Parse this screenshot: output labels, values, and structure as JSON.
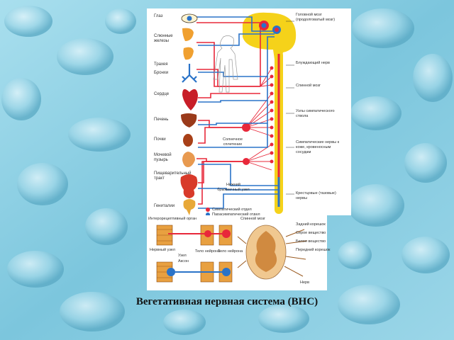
{
  "caption": "Вегетативная нервная система (ВНС)",
  "organ_labels": [
    "Глаз",
    "Слюнные железы",
    "Трахея",
    "Бронхи",
    "Сердце",
    "Печень",
    "Почки",
    "Мочевой пузырь",
    "Пищеварительный тракт",
    "Гениталии"
  ],
  "cns_labels": [
    "Головной мозг (продолговатый мозг)",
    "Блуждающий нерв",
    "Спинной мозг",
    "Узлы симпатического ствола",
    "Симпатические нервы к коже, кровеносным сосудам",
    "Крестцовые (тазовые) нервы"
  ],
  "plexus_labels": [
    "Солнечное сплетение",
    "Нижний брыжеечный узел"
  ],
  "legend": [
    {
      "label": "Симпатический отдел",
      "color": "#e8283a"
    },
    {
      "label": "Парасимпатический отдел",
      "color": "#2a73c8"
    }
  ],
  "bottom_labels": {
    "title_left": "Интерорецептивный орган",
    "ganglion": "Узел",
    "nerve_fiber": "Нервный узел",
    "axon": "Аксон",
    "neuron1": "Тело нейрона",
    "neuron2": "Тело нейрона",
    "spinal_cord": "Спинной мозг",
    "right_labels": [
      "Задний корешок",
      "Серое вещество",
      "Белое вещество",
      "Передний корешок"
    ],
    "nerve": "Нерв"
  },
  "colors": {
    "sympathetic": "#e8283a",
    "parasympathetic": "#2a73c8",
    "cord": "#f5d21a",
    "organ": "#e8782a"
  }
}
